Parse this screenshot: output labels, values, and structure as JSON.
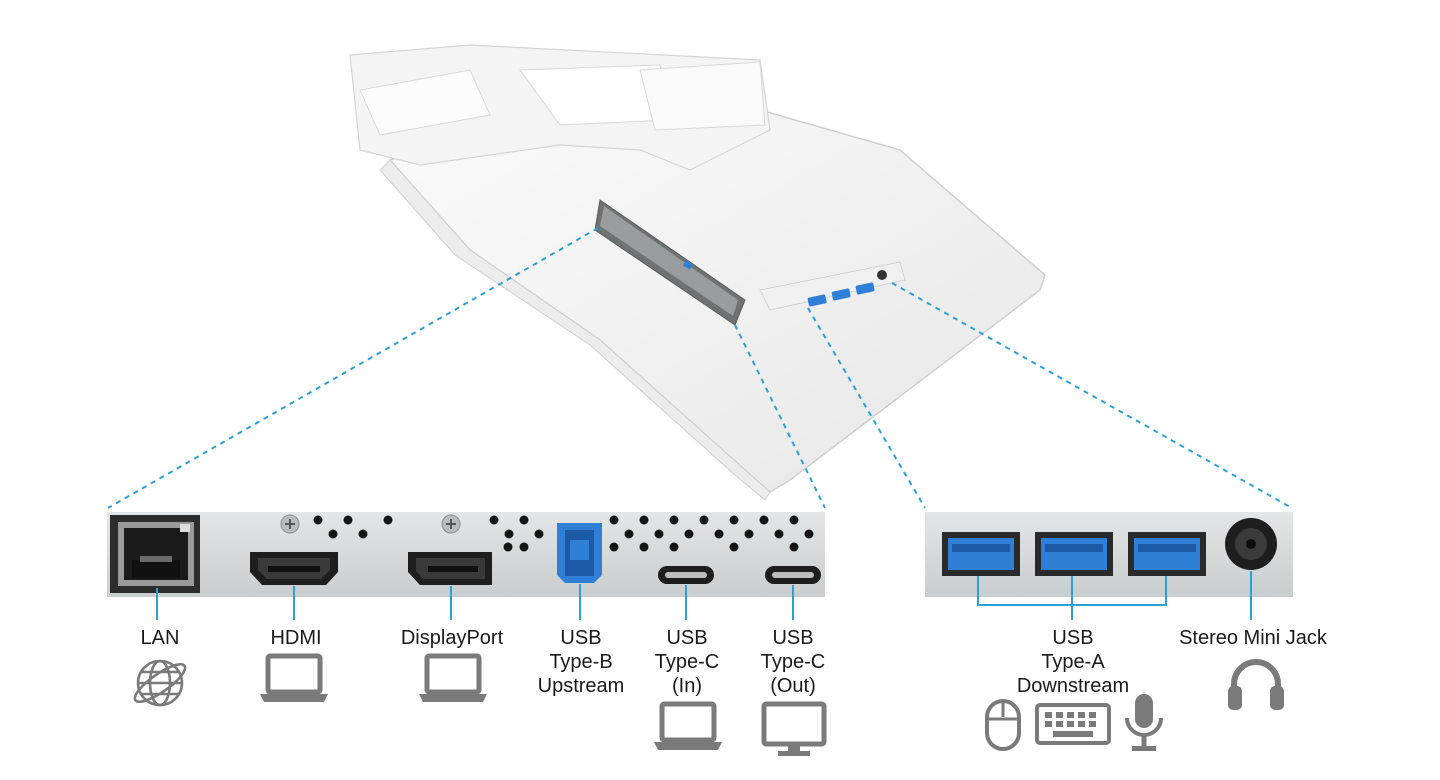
{
  "colors": {
    "callout_line": "#2b9fd8",
    "port_blue": "#2f7fd6",
    "panel_metal": "#d9dcdc",
    "icon_gray": "#7a7a7a",
    "text": "#1a1a1a"
  },
  "rear_panel": {
    "ports": [
      {
        "id": "lan",
        "lines": [
          "LAN"
        ],
        "icons": [
          "globe-icon"
        ]
      },
      {
        "id": "hdmi",
        "lines": [
          "HDMI"
        ],
        "icons": [
          "laptop-icon"
        ]
      },
      {
        "id": "displayport",
        "lines": [
          "DisplayPort"
        ],
        "icons": [
          "laptop-icon"
        ]
      },
      {
        "id": "usb-b",
        "lines": [
          "USB",
          "Type-B",
          "Upstream"
        ],
        "icons": []
      },
      {
        "id": "usb-c-in",
        "lines": [
          "USB",
          "Type-C",
          "(In)"
        ],
        "icons": [
          "laptop-icon"
        ]
      },
      {
        "id": "usb-c-out",
        "lines": [
          "USB",
          "Type-C",
          "(Out)"
        ],
        "icons": [
          "monitor-icon"
        ]
      }
    ]
  },
  "side_panel": {
    "ports": [
      {
        "id": "usb-a",
        "lines": [
          "USB",
          "Type-A",
          "Downstream"
        ],
        "icons": [
          "mouse-icon",
          "keyboard-icon",
          "microphone-icon"
        ]
      },
      {
        "id": "mini-jack",
        "lines": [
          "Stereo Mini Jack"
        ],
        "icons": [
          "headphones-icon"
        ]
      }
    ]
  }
}
